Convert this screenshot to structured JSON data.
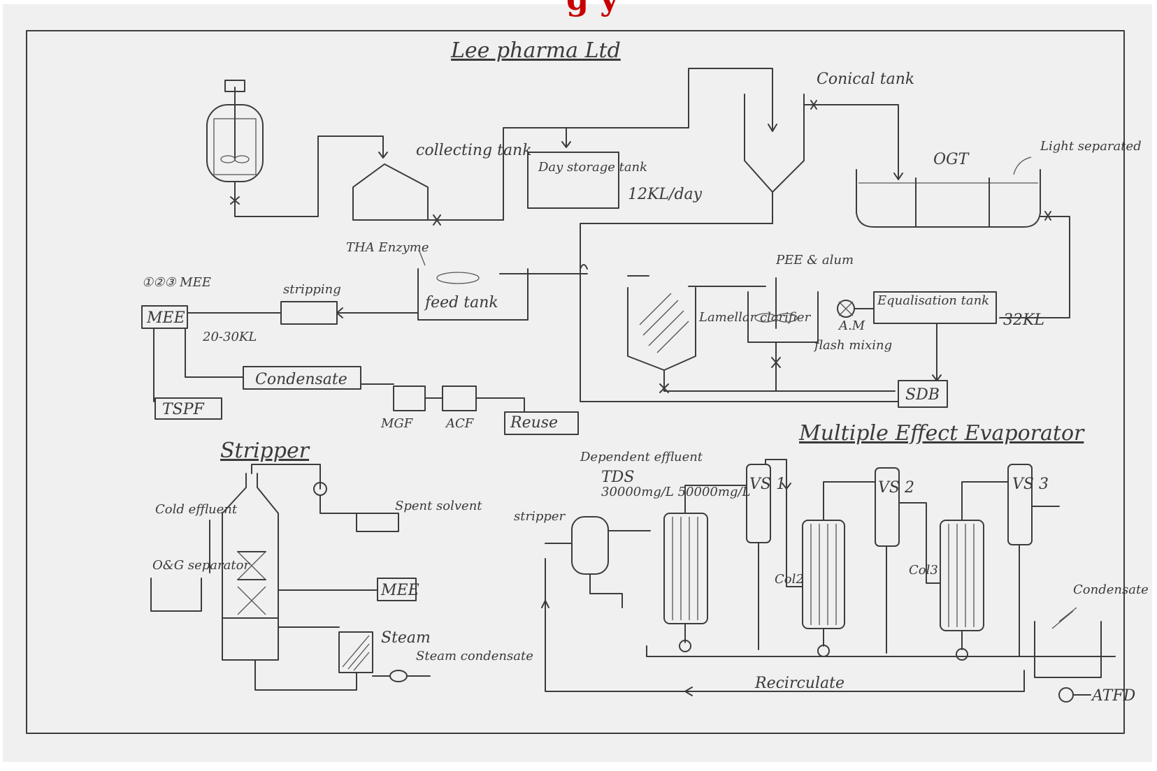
{
  "page": {
    "top_cropped_text": "g y",
    "title": "Lee pharma Ltd"
  },
  "labels": {
    "collecting_tank": "collecting tank",
    "day_storage_tank": "Day storage tank",
    "day_rate": "12KL/day",
    "conical_tank": "Conical tank",
    "ogt": "OGT",
    "light_separated": "Light separated",
    "enzyme": "THA Enzyme",
    "feed_tank": "feed tank",
    "stripping": "stripping",
    "mee_group": "①②③ MEE",
    "mee_box": "MEE",
    "mee_flow": "20-30KL",
    "condensate": "Condensate",
    "tspf": "TSPF",
    "mgf": "MGF",
    "acf": "ACF",
    "reuse": "Reuse",
    "pee_alum": "PEE & alum",
    "lamellar_clarifier": "Lamellar clarifier",
    "am": "A.M",
    "flash_mixing": "flash mixing",
    "equalisation_tank": "Equalisation tank",
    "eq_flow": "32KL",
    "sdb": "SDB",
    "stripper_title": "Stripper",
    "cold_effluent": "Cold effluent",
    "ogt_seperator": "O&G separator",
    "spent_solvent": "Spent solvent",
    "mee_small": "MEE",
    "steam": "Steam",
    "steam_condensate": "Steam condensate",
    "mee_title": "Multiple Effect Evaporator",
    "dependent_effluent": "Dependent effluent",
    "tds": "TDS",
    "tds_values": "30000mg/L 50000mg/L",
    "stripper_small": "stripper",
    "vs1": "VS 1",
    "vs2": "VS 2",
    "vs3": "VS 3",
    "col2": "Col2",
    "col3": "Col3",
    "condensate_small": "Condensate",
    "recirculate": "Recirculate",
    "atfd": "ATFD"
  }
}
